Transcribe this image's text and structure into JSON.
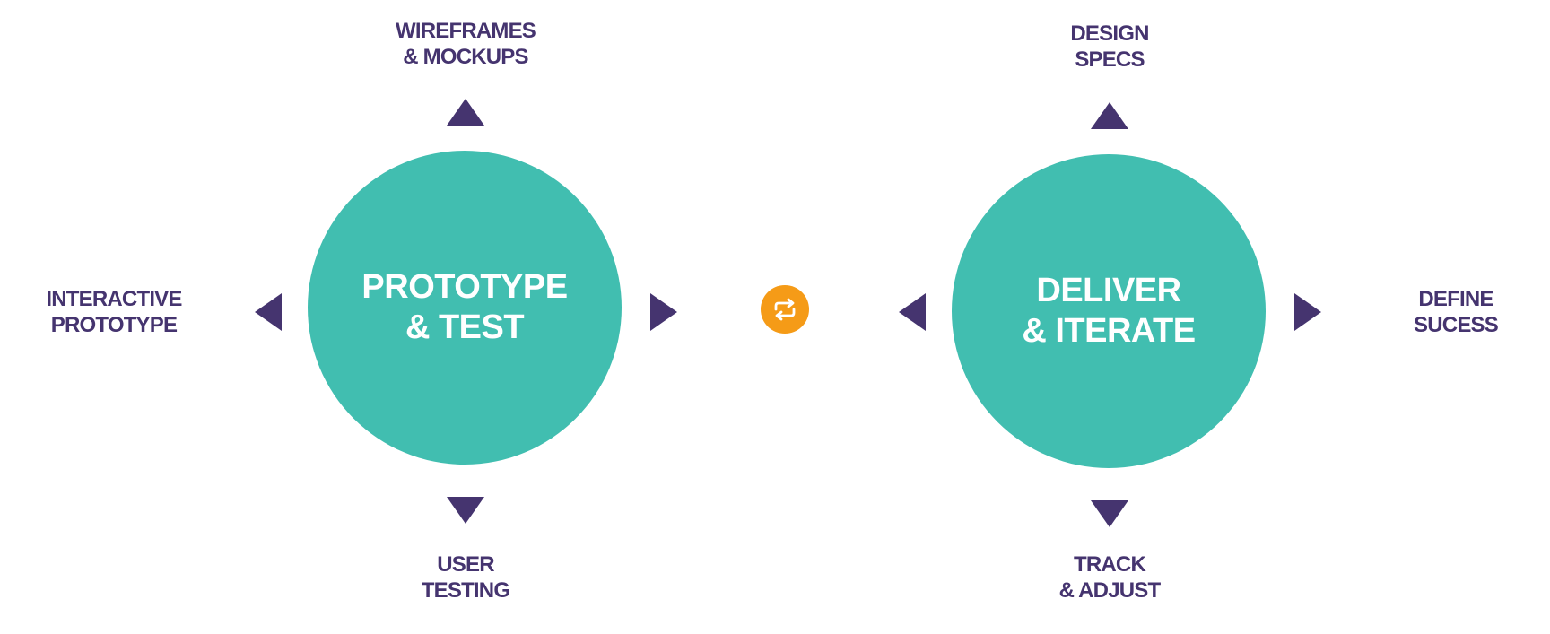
{
  "colors": {
    "circle": "#41beb0",
    "text_dark": "#45346f",
    "arrow": "#45346f",
    "badge": "#f59b17",
    "circle_text": "#ffffff"
  },
  "left_phase": {
    "title_lines": [
      "PROTOTYPE",
      "& TEST"
    ],
    "top_label": [
      "WIREFRAMES",
      "& MOCKUPS"
    ],
    "bottom_label": [
      "USER",
      "TESTING"
    ],
    "left_label": [
      "INTERACTIVE",
      "PROTOTYPE"
    ]
  },
  "right_phase": {
    "title_lines": [
      "DELIVER",
      "& ITERATE"
    ],
    "top_label": [
      "DESIGN",
      "SPECS"
    ],
    "bottom_label": [
      "TRACK",
      "& ADJUST"
    ],
    "right_label": [
      "DEFINE",
      "SUCESS"
    ]
  },
  "connector": {
    "icon": "repeat-icon"
  }
}
